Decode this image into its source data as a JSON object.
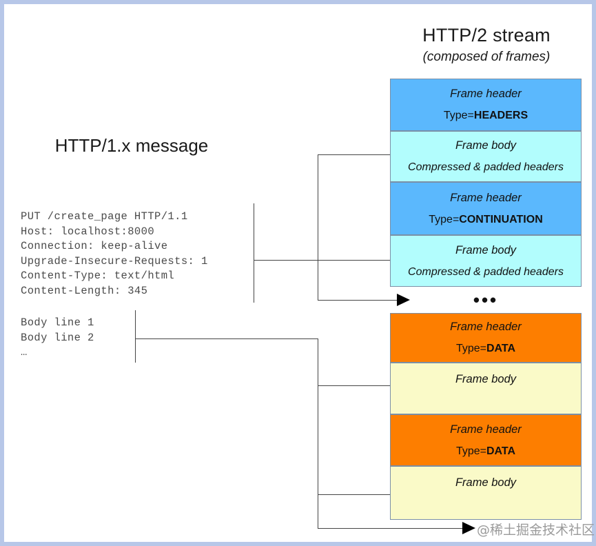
{
  "diagram": {
    "title_right": "HTTP/2 stream",
    "subtitle_right": "(composed of frames)",
    "title_left": "HTTP/1.x message",
    "border_color": "#b7c7e8",
    "watermark": "@稀土掘金技术社区"
  },
  "http1_message": {
    "headers_text": "PUT /create_page HTTP/1.1\nHost: localhost:8000\nConnection: keep-alive\nUpgrade-Insecure-Requests: 1\nContent-Type: text/html\nContent-Length: 345",
    "body_text": "Body line 1\nBody line 2\n…",
    "header_lines": [
      "PUT /create_page HTTP/1.1",
      "Host: localhost:8000",
      "Connection: keep-alive",
      "Upgrade-Insecure-Requests: 1",
      "Content-Type: text/html",
      "Content-Length: 345"
    ],
    "body_lines": [
      "Body line 1",
      "Body line 2",
      "…"
    ]
  },
  "frames": [
    {
      "id": "headers-header",
      "kind": "header",
      "label": "Frame header",
      "type_prefix": "Type=",
      "type_value": "HEADERS",
      "color": "#5bb8fd"
    },
    {
      "id": "headers-body",
      "kind": "body",
      "label": "Frame body",
      "detail": "Compressed & padded headers",
      "color": "#b2fdfd"
    },
    {
      "id": "continuation-header",
      "kind": "header",
      "label": "Frame header",
      "type_prefix": "Type=",
      "type_value": "CONTINUATION",
      "color": "#5bb8fd"
    },
    {
      "id": "continuation-body",
      "kind": "body",
      "label": "Frame body",
      "detail": "Compressed & padded headers",
      "color": "#b2fdfd"
    },
    {
      "id": "data-header-1",
      "kind": "header",
      "label": "Frame header",
      "type_prefix": "Type=",
      "type_value": "DATA",
      "color": "#fd7e00"
    },
    {
      "id": "data-body-1",
      "kind": "body",
      "label": "Frame body",
      "detail": "",
      "color": "#fafac8"
    },
    {
      "id": "data-header-2",
      "kind": "header",
      "label": "Frame header",
      "type_prefix": "Type=",
      "type_value": "DATA",
      "color": "#fd7e00"
    },
    {
      "id": "data-body-2",
      "kind": "body",
      "label": "Frame body",
      "detail": "",
      "color": "#fafac8"
    }
  ],
  "ellipsis": {
    "headers_group": "•••"
  }
}
